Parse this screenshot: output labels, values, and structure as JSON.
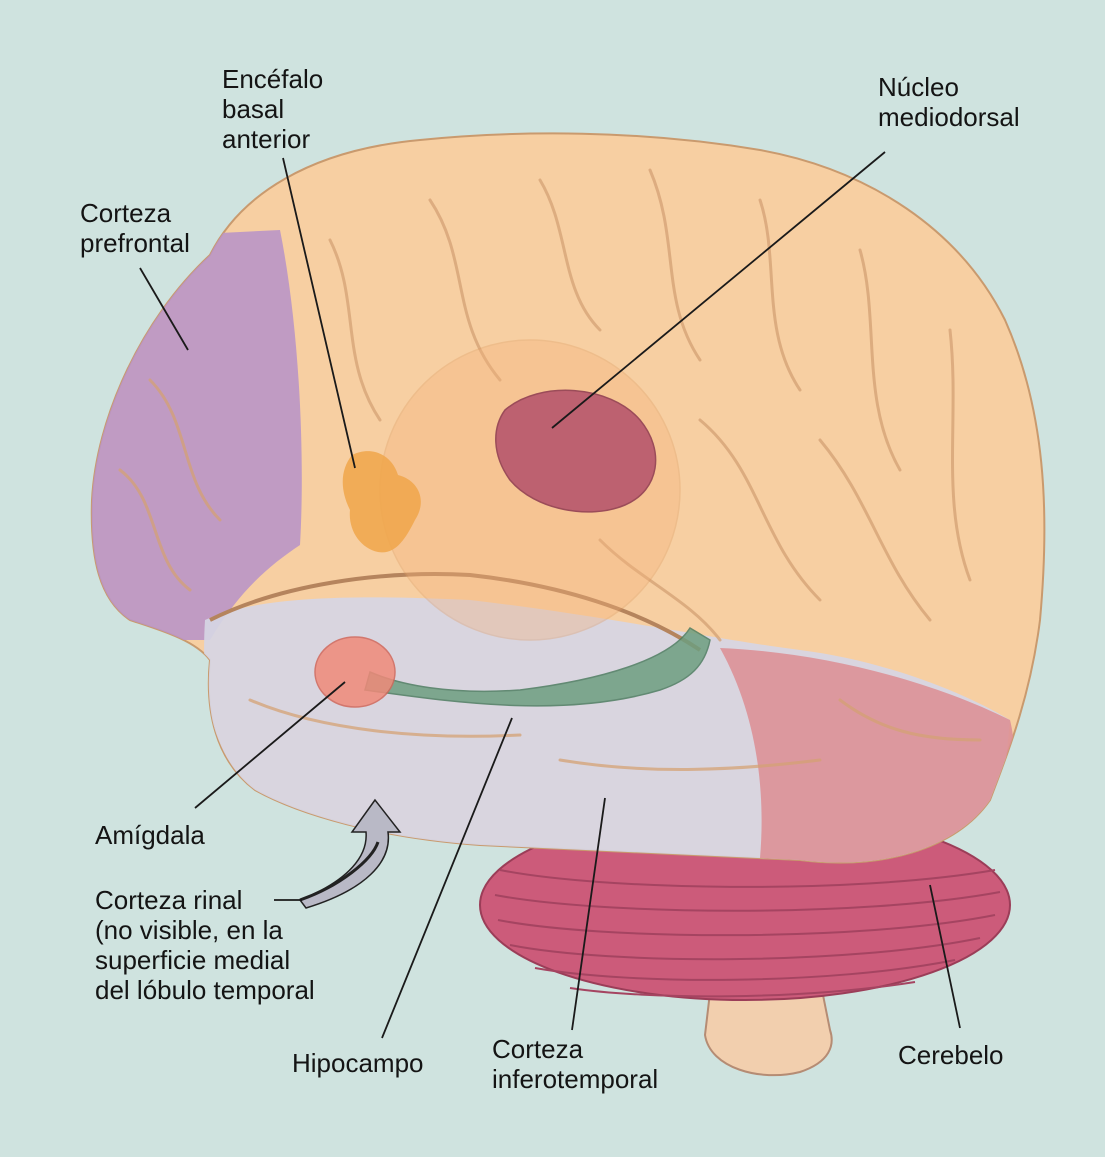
{
  "figure": {
    "colors": {
      "page_background": "#cfe3df",
      "brain_base": "#f7cfa2",
      "prefrontal_cortex": "#b894c7",
      "temporal_lobe": "#d6d6e4",
      "inferotemporal_posterior": "#dc8f95",
      "cerebellum": "#cc5b7a",
      "basal_forebrain": "#f0a64a",
      "mediodorsal_nucleus": "#b4506a",
      "amygdala": "#f08a7a",
      "hippocampus": "#6e9e80",
      "brainstem": "#f2cfae",
      "leader_line": "#1a1a1a"
    },
    "labels": {
      "basal_forebrain": [
        "Encéfalo",
        "basal",
        "anterior"
      ],
      "mediodorsal_nucleus": [
        "Núcleo",
        "mediodorsal"
      ],
      "prefrontal_cortex": [
        "Corteza",
        "prefrontal"
      ],
      "amygdala": [
        "Amígdala"
      ],
      "rhinal_cortex": [
        "Corteza rinal",
        "(no visible, en la",
        "superficie medial",
        "del lóbulo temporal"
      ],
      "hippocampus": [
        "Hipocampo"
      ],
      "inferotemporal_cortex": [
        "Corteza",
        "inferotemporal"
      ],
      "cerebellum": [
        "Cerebelo"
      ]
    }
  }
}
